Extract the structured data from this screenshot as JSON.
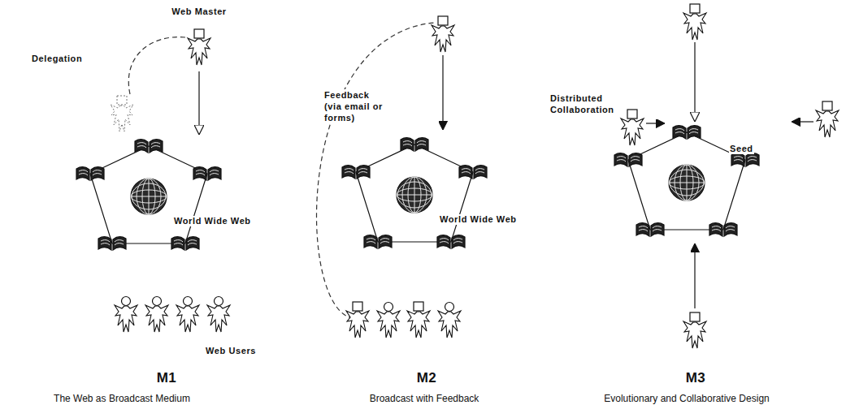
{
  "diagram": {
    "nodes": [
      {
        "text": [
          "Web Master"
        ]
      },
      {
        "text": [
          "World Wide Web"
        ]
      },
      {
        "text": [
          "Web Users"
        ]
      },
      {
        "text": [
          "World Wide Web"
        ]
      },
      {
        "text": [
          "Seed"
        ]
      }
    ],
    "edges": [
      {
        "from": 0,
        "to": 1,
        "arrow": "to"
      }
    ],
    "labels": [
      "Delegation",
      "M1",
      "The Web as Broadcast Medium",
      "Feedback (via email or forms)",
      "M2",
      "Broadcast with Feedback",
      "Distributed Collaboration",
      "M3",
      "Evolutionary and Collaborative Design"
    ]
  }
}
